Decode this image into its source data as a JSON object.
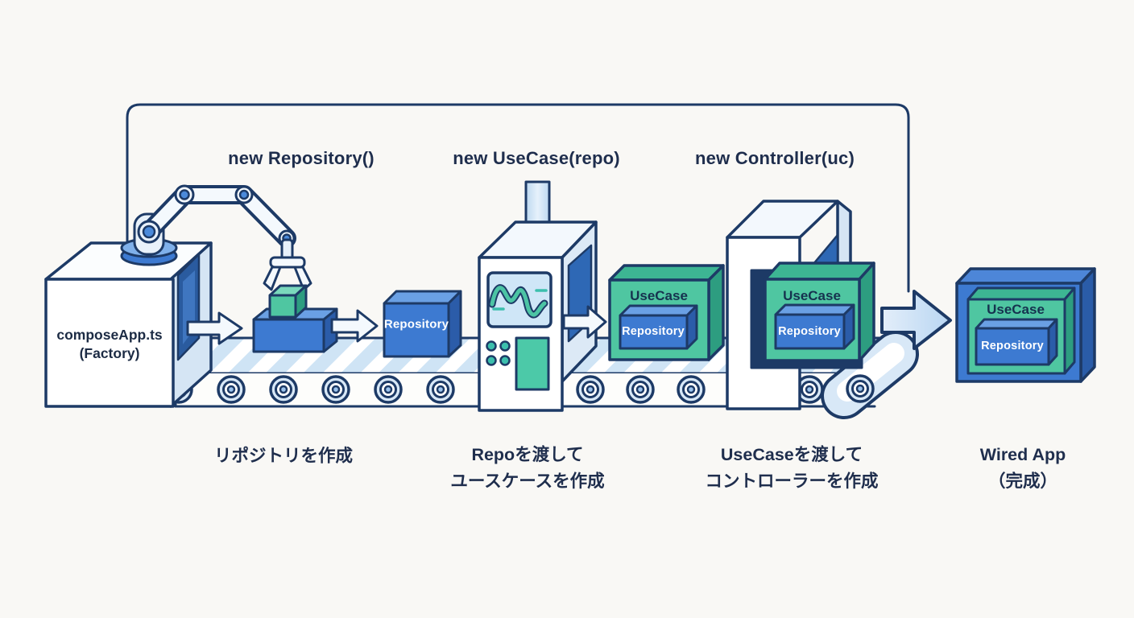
{
  "steps": [
    {
      "code": "new Repository()",
      "caption": "リポジトリを作成"
    },
    {
      "code": "new UseCase(repo)",
      "caption": "Repoを渡して\nユースケースを作成"
    },
    {
      "code": "new Controller(uc)",
      "caption": "UseCaseを渡して\nコントローラーを作成"
    }
  ],
  "factory_label": "composeApp.ts\n(Factory)",
  "box_labels": {
    "usecase": "UseCase",
    "repository": "Repository"
  },
  "result_caption": "Wired App\n（完成）",
  "colors": {
    "background": "#f9f8f5",
    "outline_navy": "#1d3a66",
    "text_navy": "#1f2e4d",
    "blue": "#3d7ad1",
    "blue_light": "#6aa0e4",
    "blue_dark": "#2b5ca9",
    "green": "#4fc6a1",
    "green_top": "#3db593",
    "green_dark": "#2d9d80",
    "teal_accent": "#3cbfad",
    "light_blue": "#cfe4f5",
    "door_blue": "#2e68b5",
    "screen_blue": "#cfe6f7"
  }
}
